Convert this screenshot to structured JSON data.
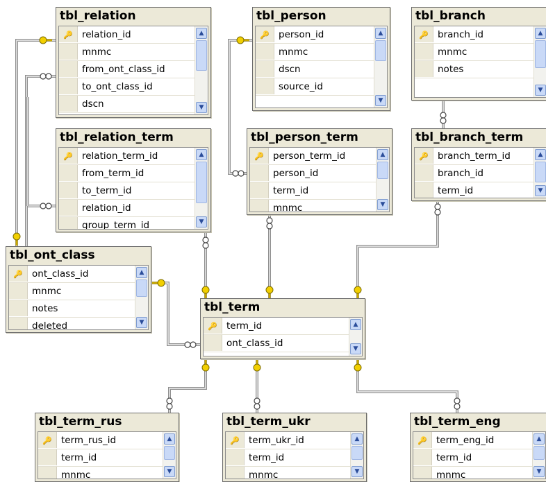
{
  "tables": [
    {
      "id": "relation",
      "title": "tbl_relation",
      "columns": [
        {
          "name": "relation_id",
          "pk": true
        },
        {
          "name": "mnmc"
        },
        {
          "name": "from_ont_class_id"
        },
        {
          "name": "to_ont_class_id"
        },
        {
          "name": "dscn"
        }
      ]
    },
    {
      "id": "person",
      "title": "tbl_person",
      "columns": [
        {
          "name": "person_id",
          "pk": true
        },
        {
          "name": "mnmc"
        },
        {
          "name": "dscn"
        },
        {
          "name": "source_id"
        }
      ]
    },
    {
      "id": "branch",
      "title": "tbl_branch",
      "columns": [
        {
          "name": "branch_id",
          "pk": true
        },
        {
          "name": "mnmc"
        },
        {
          "name": "notes"
        }
      ]
    },
    {
      "id": "relation_term",
      "title": "tbl_relation_term",
      "columns": [
        {
          "name": "relation_term_id",
          "pk": true
        },
        {
          "name": "from_term_id"
        },
        {
          "name": "to_term_id"
        },
        {
          "name": "relation_id"
        },
        {
          "name": "group_term_id"
        }
      ]
    },
    {
      "id": "person_term",
      "title": "tbl_person_term",
      "columns": [
        {
          "name": "person_term_id",
          "pk": true
        },
        {
          "name": "person_id"
        },
        {
          "name": "term_id"
        },
        {
          "name": "mnmc"
        }
      ]
    },
    {
      "id": "branch_term",
      "title": "tbl_branch_term",
      "columns": [
        {
          "name": "branch_term_id",
          "pk": true
        },
        {
          "name": "branch_id"
        },
        {
          "name": "term_id"
        }
      ]
    },
    {
      "id": "ont_class",
      "title": "tbl_ont_class",
      "columns": [
        {
          "name": "ont_class_id",
          "pk": true
        },
        {
          "name": "mnmc"
        },
        {
          "name": "notes"
        },
        {
          "name": "deleted"
        }
      ]
    },
    {
      "id": "term",
      "title": "tbl_term",
      "columns": [
        {
          "name": "term_id",
          "pk": true
        },
        {
          "name": "ont_class_id"
        }
      ]
    },
    {
      "id": "term_rus",
      "title": "tbl_term_rus",
      "columns": [
        {
          "name": "term_rus_id",
          "pk": true
        },
        {
          "name": "term_id"
        },
        {
          "name": "mnmc"
        }
      ]
    },
    {
      "id": "term_ukr",
      "title": "tbl_term_ukr",
      "columns": [
        {
          "name": "term_ukr_id",
          "pk": true
        },
        {
          "name": "term_id"
        },
        {
          "name": "mnmc"
        }
      ]
    },
    {
      "id": "term_eng",
      "title": "tbl_term_eng",
      "columns": [
        {
          "name": "term_eng_id",
          "pk": true
        },
        {
          "name": "term_id"
        },
        {
          "name": "mnmc"
        }
      ]
    }
  ],
  "relationships": [
    {
      "one": "ont_class",
      "many": "relation"
    },
    {
      "one": "ont_class",
      "many": "relation"
    },
    {
      "one": "person",
      "many": "person_term"
    },
    {
      "one": "branch",
      "many": "branch_term"
    },
    {
      "one": "term",
      "many": "relation_term"
    },
    {
      "one": "term",
      "many": "person_term"
    },
    {
      "one": "term",
      "many": "branch_term"
    },
    {
      "one": "ont_class",
      "many": "term"
    },
    {
      "one": "term",
      "many": "term_rus"
    },
    {
      "one": "term",
      "many": "term_ukr"
    },
    {
      "one": "term",
      "many": "term_eng"
    }
  ],
  "colors": {
    "table_bg": "#ECE9D8",
    "line": "#8a8a8a",
    "key": "#e8c000"
  }
}
